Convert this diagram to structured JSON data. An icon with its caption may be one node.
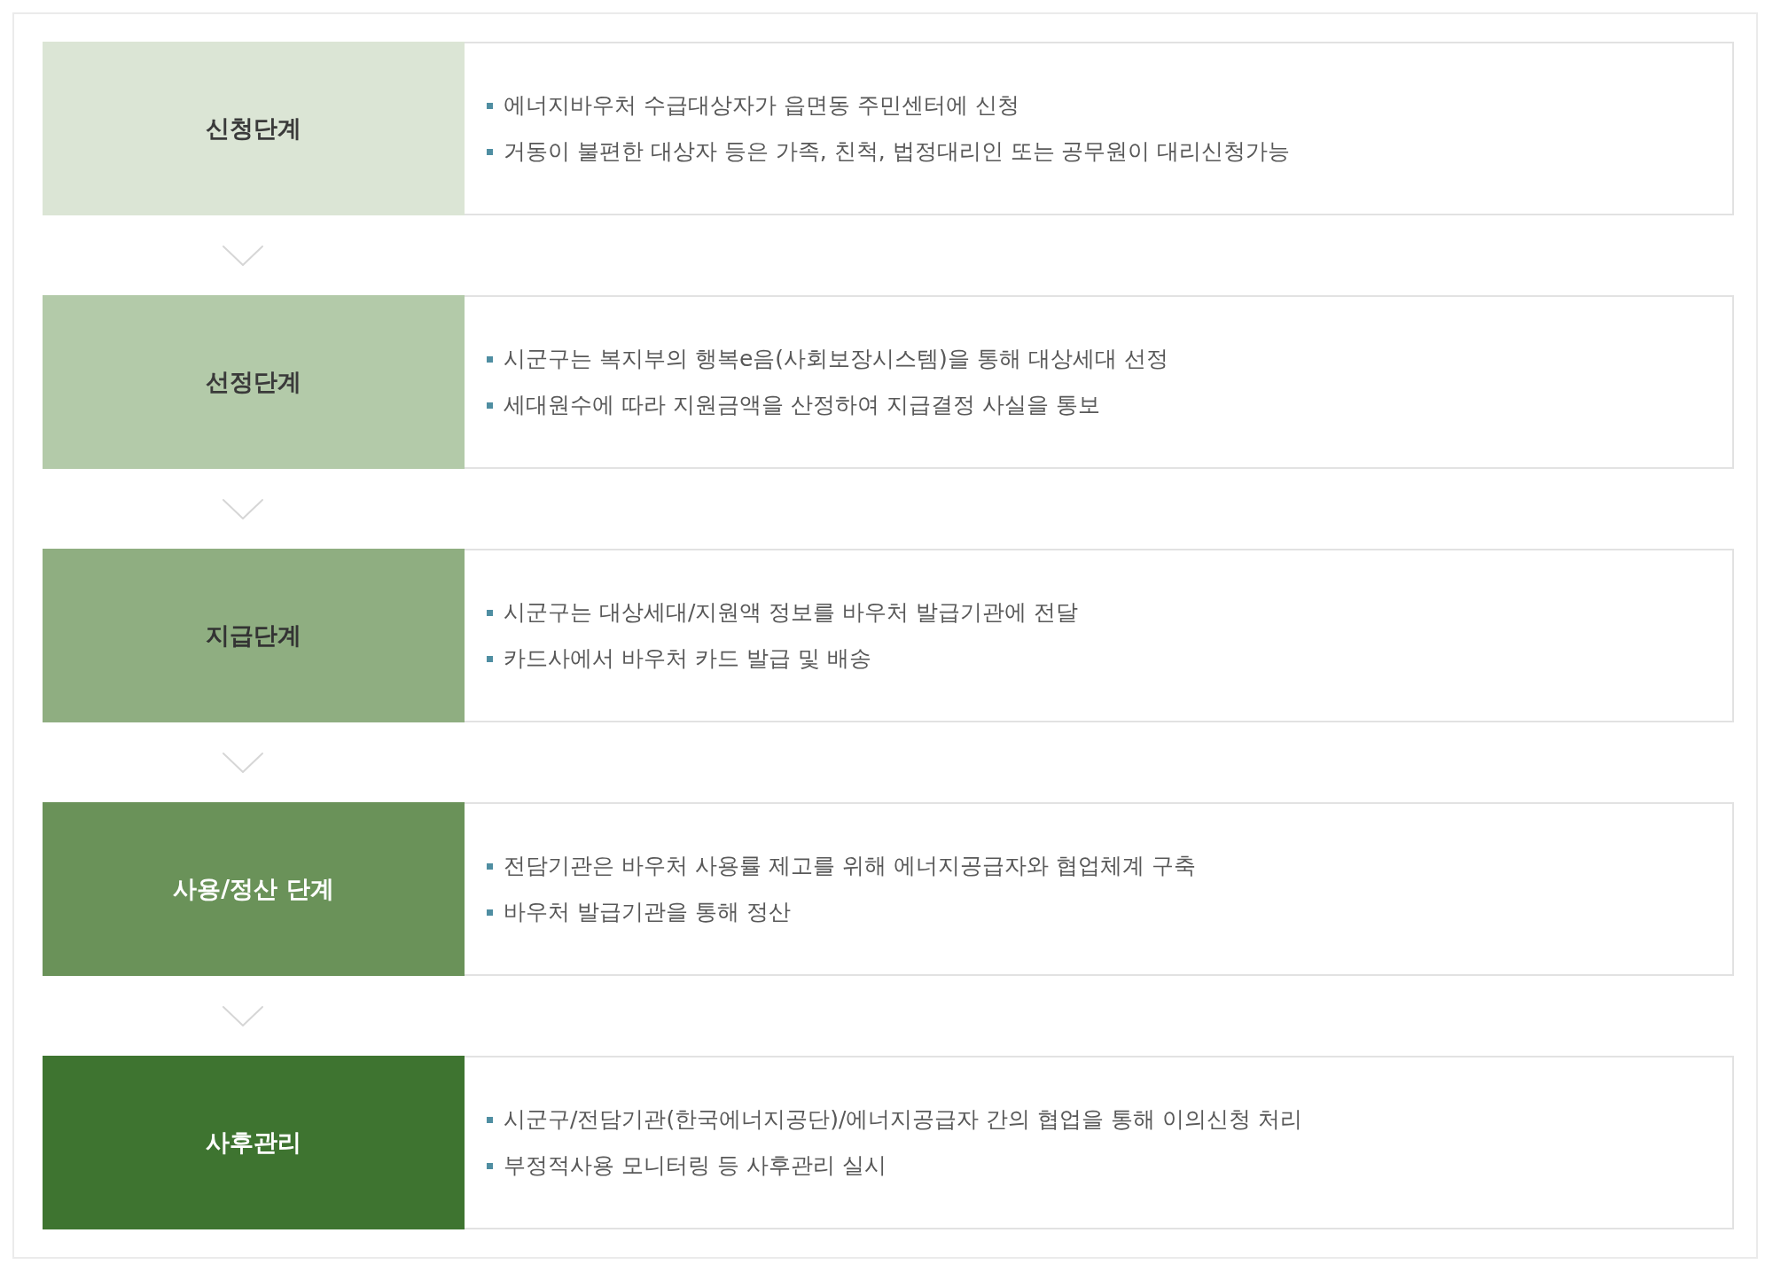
{
  "diagram": {
    "nodes": [
      {
        "text": [
          "신청단계",
          "에너지바우처 수급대상자가 읍면동 주민센터에 신청",
          "거동이 불편한 대상자 등은 가족, 친척, 법정대리인 또는 공무원이 대리신청가능"
        ]
      },
      {
        "text": [
          "선정단계",
          "시군구는 복지부의 행복e음(사회보장시스템)을 통해 대상세대 선정",
          "세대원수에 따라 지원금액을 산정하여 지급결정 사실을 통보"
        ]
      },
      {
        "text": [
          "지급단계",
          "시군구는 대상세대/지원액 정보를 바우처 발급기관에 전달",
          "카드사에서 바우처 카드 발급 및 배송"
        ]
      },
      {
        "text": [
          "사용/정산 단계",
          "전담기관은 바우처 사용률 제고를 위해 에너지공급자와 협업체계 구축",
          "바우처 발급기관을 통해 정산"
        ]
      },
      {
        "text": [
          "사후관리",
          "시군구/전담기관(한국에너지공단)/에너지공급자 간의 협업을 통해 이의신청 처리",
          "부정적사용 모니터링 등 사후관리 실시"
        ]
      }
    ],
    "edges": [
      {
        "from": 0,
        "to": 1,
        "arrow": "to"
      },
      {
        "from": 1,
        "to": 2,
        "arrow": "to"
      },
      {
        "from": 2,
        "to": 3,
        "arrow": "to"
      },
      {
        "from": 3,
        "to": 4,
        "arrow": "to"
      }
    ]
  }
}
